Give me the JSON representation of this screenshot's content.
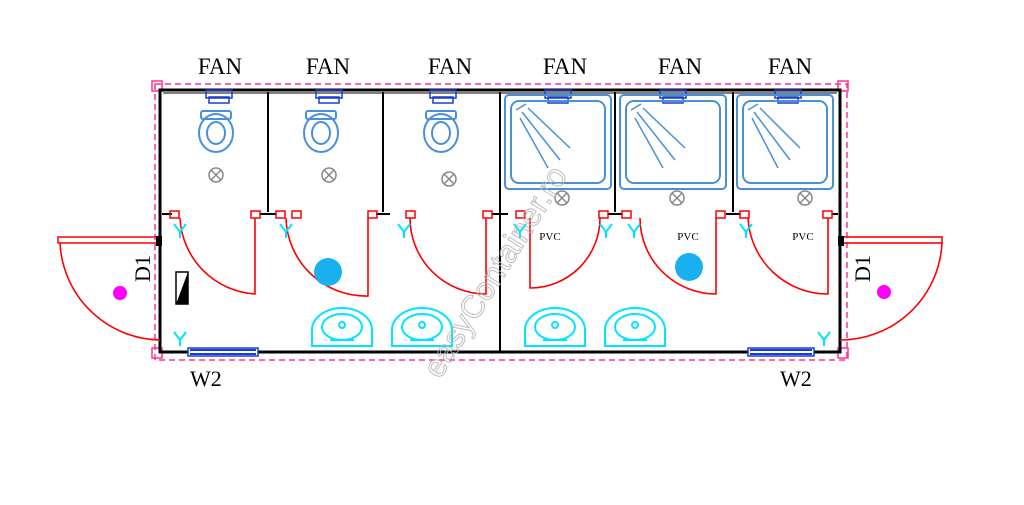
{
  "colors": {
    "wall": "#000000",
    "outline": "#ff3399",
    "door": "#ff0000",
    "fixture": "#4a90d9",
    "sink": "#00e5ff",
    "dot_blue": "#1ab0f0",
    "dot_magenta": "#ff00ff",
    "window": "#1a3ccf",
    "watermark": "#b8b8b8"
  },
  "fans": [
    "FAN",
    "FAN",
    "FAN",
    "FAN",
    "FAN",
    "FAN"
  ],
  "pvc": [
    "PVC",
    "PVC",
    "PVC"
  ],
  "doors": {
    "left": "D1",
    "right": "D1"
  },
  "windows": {
    "left": "W2",
    "right": "W2"
  },
  "watermark": "easyContainer.ro",
  "fixtures": {
    "toilets": 3,
    "showers": 3,
    "sinks": 4
  }
}
